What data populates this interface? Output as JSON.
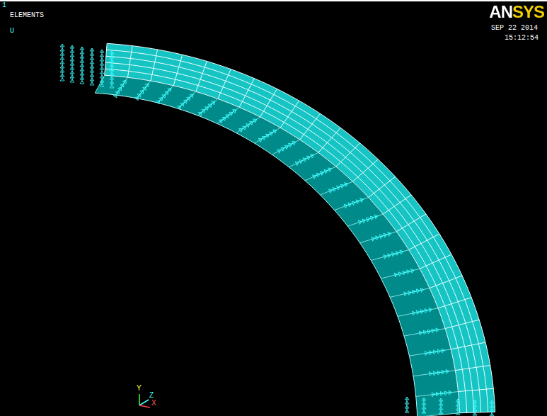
{
  "diagram": {
    "labels": [
      "1",
      "ELEMENTS",
      "U",
      "ANSYS",
      "SEP 22 2014",
      "15:12:54",
      "Y",
      "Z",
      "X"
    ]
  }
}
